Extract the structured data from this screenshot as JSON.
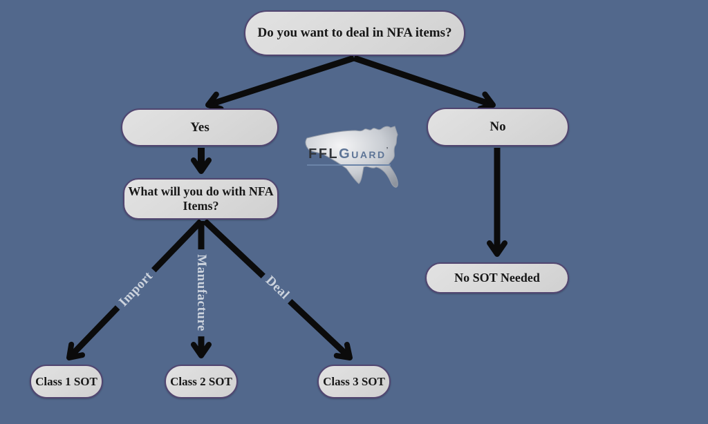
{
  "page": {
    "background_color": "#52688c",
    "node_fill": "#d9d9d9",
    "node_border": "#514570",
    "arrow_color": "#0b0b0b",
    "edge_label_color": "#ccd3dd"
  },
  "flowchart": {
    "root": "Do you want to deal in NFA items?",
    "yes": "Yes",
    "no": "No",
    "question2_lines": [
      "What will you do with NFA",
      "Items?"
    ],
    "no_sot": "No SOT Needed",
    "class1": "Class 1 SOT",
    "class2": "Class 2 SOT",
    "class3": "Class 3 SOT",
    "edge_import": "Import",
    "edge_manufacture": "Manufacture",
    "edge_deal": "Deal"
  },
  "logo": {
    "ffl": "FFL",
    "guard": "Guard",
    "tm": "’",
    "ffl_color": "#303338",
    "guard_color": "#5d7496",
    "map_icon": "us-map-silhouette"
  }
}
